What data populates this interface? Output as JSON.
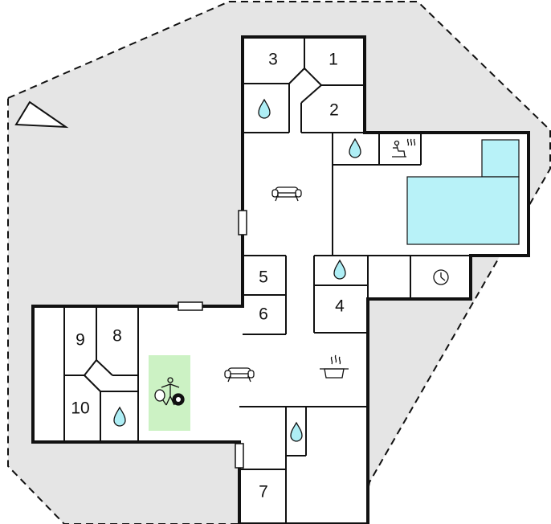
{
  "plan": {
    "colors": {
      "plot": "#e5e5e5",
      "floor": "#ffffff",
      "wall": "#111111",
      "pool": "#b8f2f8",
      "game_area": "#ccf2c4",
      "water_drop": "#aeeef5"
    },
    "rooms": [
      {
        "id": "room-3",
        "label": "3"
      },
      {
        "id": "room-1",
        "label": "1"
      },
      {
        "id": "room-2",
        "label": "2"
      },
      {
        "id": "room-5",
        "label": "5"
      },
      {
        "id": "room-6",
        "label": "6"
      },
      {
        "id": "room-4",
        "label": "4"
      },
      {
        "id": "room-9",
        "label": "9"
      },
      {
        "id": "room-8",
        "label": "8"
      },
      {
        "id": "room-10",
        "label": "10"
      },
      {
        "id": "room-7",
        "label": "7"
      }
    ],
    "icons": [
      "north-arrow-icon",
      "bathroom-drop-icon",
      "sauna-icon",
      "sofa-icon",
      "clock-icon",
      "cooking-pot-icon",
      "table-tennis-billiard-icon",
      "pool-icon"
    ]
  }
}
